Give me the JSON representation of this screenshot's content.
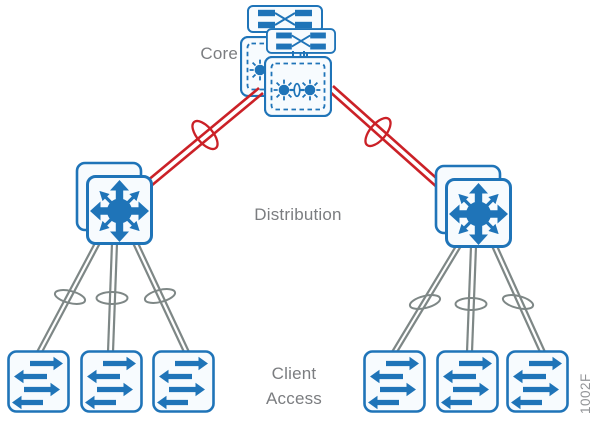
{
  "diagram": {
    "type": "network-topology",
    "labels": {
      "core": "Core",
      "distribution": "Distribution",
      "client_access_line1": "Client",
      "client_access_line2": "Access",
      "figure_id": "1002F"
    },
    "colors": {
      "device_blue": "#1f74b8",
      "device_fill": "#f7fbfe",
      "link_red": "#cb2127",
      "link_gray": "#7e8786",
      "label_gray": "#7b7d80",
      "figure_gray": "#939598"
    },
    "layers": [
      {
        "name": "Core",
        "devices": [
          "core-switch-stack-back",
          "core-switch-stack-front",
          "core-vss-switch-back",
          "core-vss-switch-front"
        ]
      },
      {
        "name": "Distribution",
        "devices": [
          "distribution-switch-left",
          "distribution-switch-right"
        ]
      },
      {
        "name": "Client Access",
        "devices": [
          "access-switch-1",
          "access-switch-2",
          "access-switch-3",
          "access-switch-4",
          "access-switch-5",
          "access-switch-6"
        ]
      }
    ],
    "links": [
      {
        "from": "core",
        "to": "distribution-switch-left",
        "style": "double-red",
        "aggregated_loop": true
      },
      {
        "from": "core",
        "to": "distribution-switch-right",
        "style": "double-red",
        "aggregated_loop": true
      },
      {
        "from": "distribution-switch-left",
        "to": "access-switch-1",
        "style": "double-gray",
        "aggregated_loop": true
      },
      {
        "from": "distribution-switch-left",
        "to": "access-switch-2",
        "style": "double-gray",
        "aggregated_loop": true
      },
      {
        "from": "distribution-switch-left",
        "to": "access-switch-3",
        "style": "double-gray",
        "aggregated_loop": true
      },
      {
        "from": "distribution-switch-right",
        "to": "access-switch-4",
        "style": "double-gray",
        "aggregated_loop": true
      },
      {
        "from": "distribution-switch-right",
        "to": "access-switch-5",
        "style": "double-gray",
        "aggregated_loop": true
      },
      {
        "from": "distribution-switch-right",
        "to": "access-switch-6",
        "style": "double-gray",
        "aggregated_loop": true
      }
    ]
  }
}
